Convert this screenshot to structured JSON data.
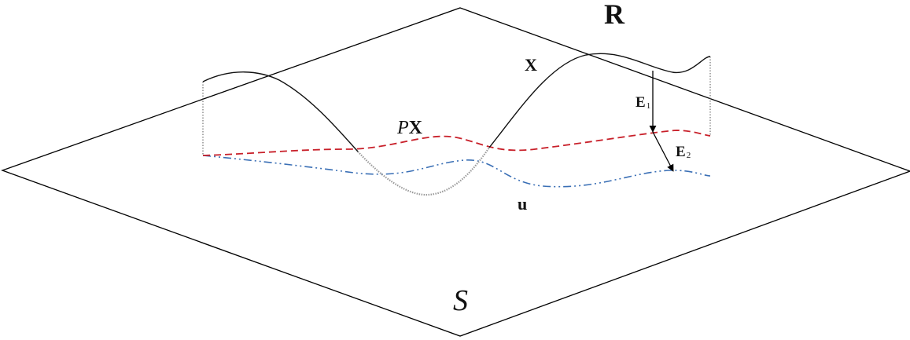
{
  "labels": {
    "R": "R",
    "S": "S",
    "X": "X",
    "PX_P": "P",
    "PX_X": "X",
    "u": "u",
    "E1_main": "E",
    "E1_sub": "1",
    "E2_main": "E",
    "E2_sub": "2"
  },
  "colors": {
    "plane": "#000000",
    "curve_X": "#111111",
    "curve_X_hidden": "#9a9a9a",
    "curve_PX": "#c8202a",
    "curve_u": "#3a6fb5",
    "arrows": "#000000"
  }
}
